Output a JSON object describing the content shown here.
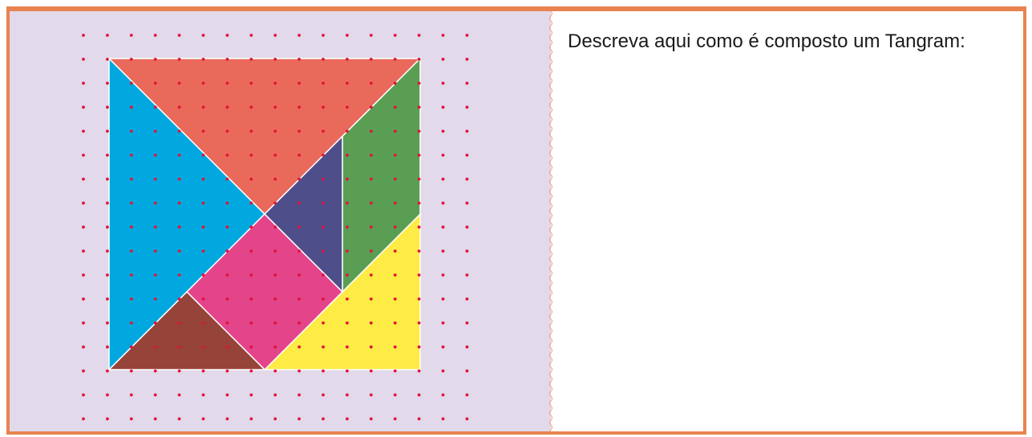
{
  "activity": {
    "prompt_text": "Descreva aqui como é composto um Tangram:"
  },
  "tangram": {
    "dot_color": "#e0143c",
    "panel_background": "#e2d9ea",
    "frame_color": "#e8834f",
    "pieces": [
      {
        "name": "large-triangle-top",
        "color": "#e96a5b"
      },
      {
        "name": "large-triangle-left",
        "color": "#00a8df"
      },
      {
        "name": "medium-triangle-bottom-right",
        "color": "#ffeb45"
      },
      {
        "name": "parallelogram-right",
        "color": "#5a9e54"
      },
      {
        "name": "small-triangle-center",
        "color": "#4e4f8a"
      },
      {
        "name": "square-center",
        "color": "#e4448a"
      },
      {
        "name": "small-triangle-bottom-left",
        "color": "#96433a"
      }
    ]
  }
}
